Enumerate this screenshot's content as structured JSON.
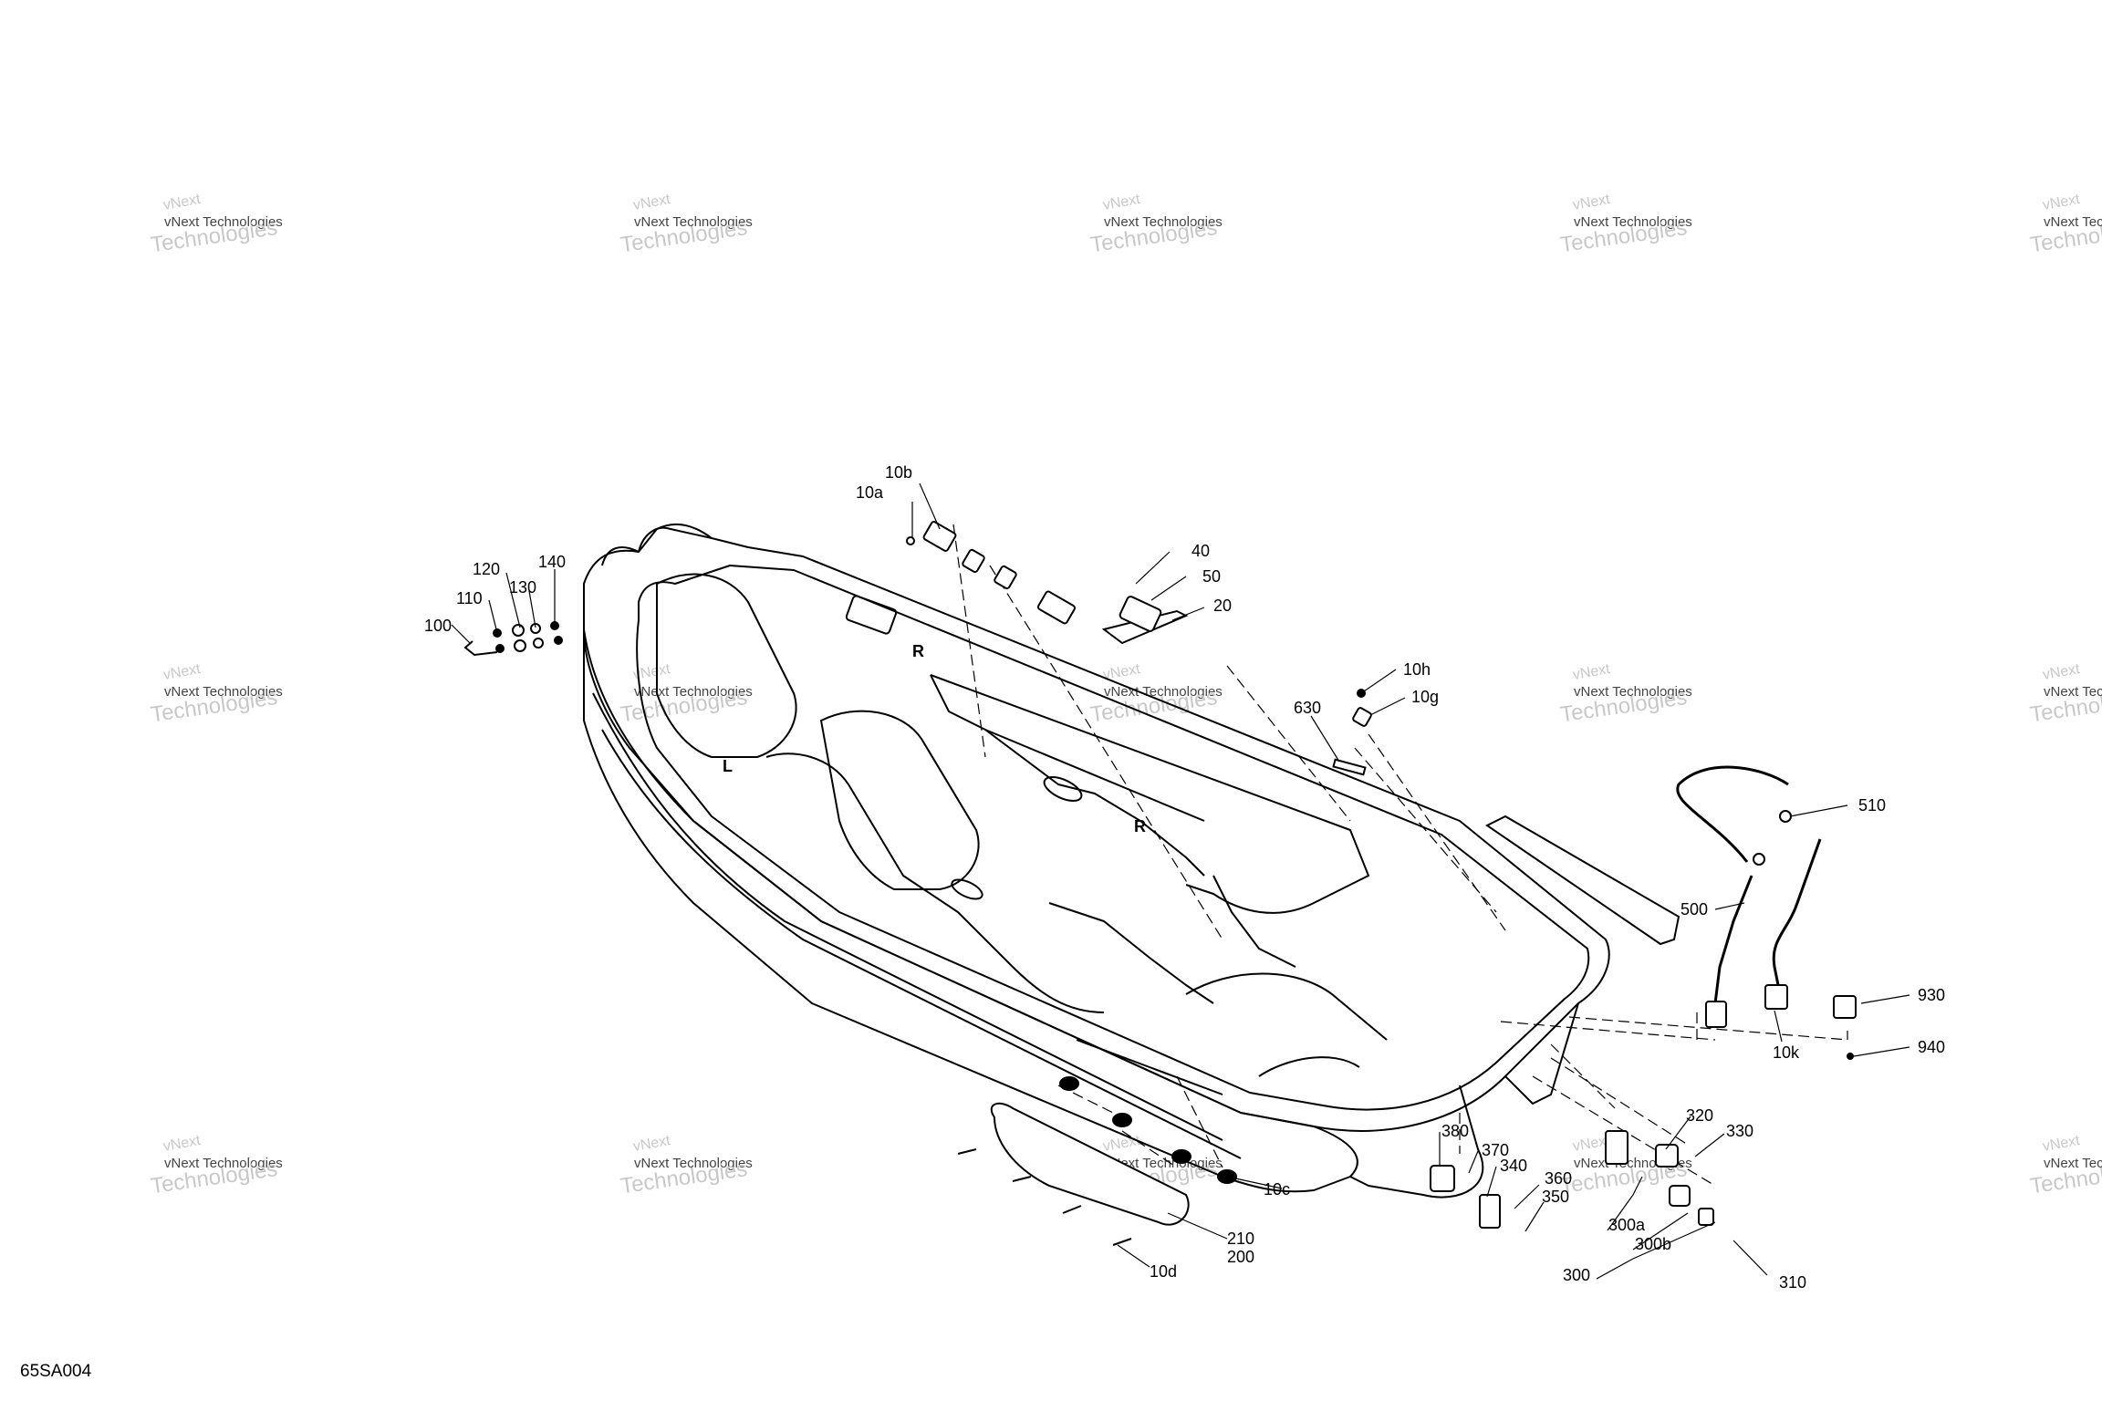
{
  "diagram": {
    "code": "65SA004",
    "watermark_line1": "vNext Technologies",
    "watermark_line2": "Technologies",
    "watermark_small": "vNext",
    "hull_letters": [
      "R",
      "L",
      "R"
    ],
    "callouts": [
      "10b",
      "10a",
      "40",
      "50",
      "20",
      "140",
      "120",
      "130",
      "110",
      "100",
      "10h",
      "10g",
      "630",
      "510",
      "500",
      "930",
      "940",
      "10k",
      "320",
      "330",
      "380",
      "370",
      "340",
      "360",
      "350",
      "300a",
      "300b",
      "300",
      "310",
      "210",
      "200",
      "10c",
      "10d"
    ]
  }
}
